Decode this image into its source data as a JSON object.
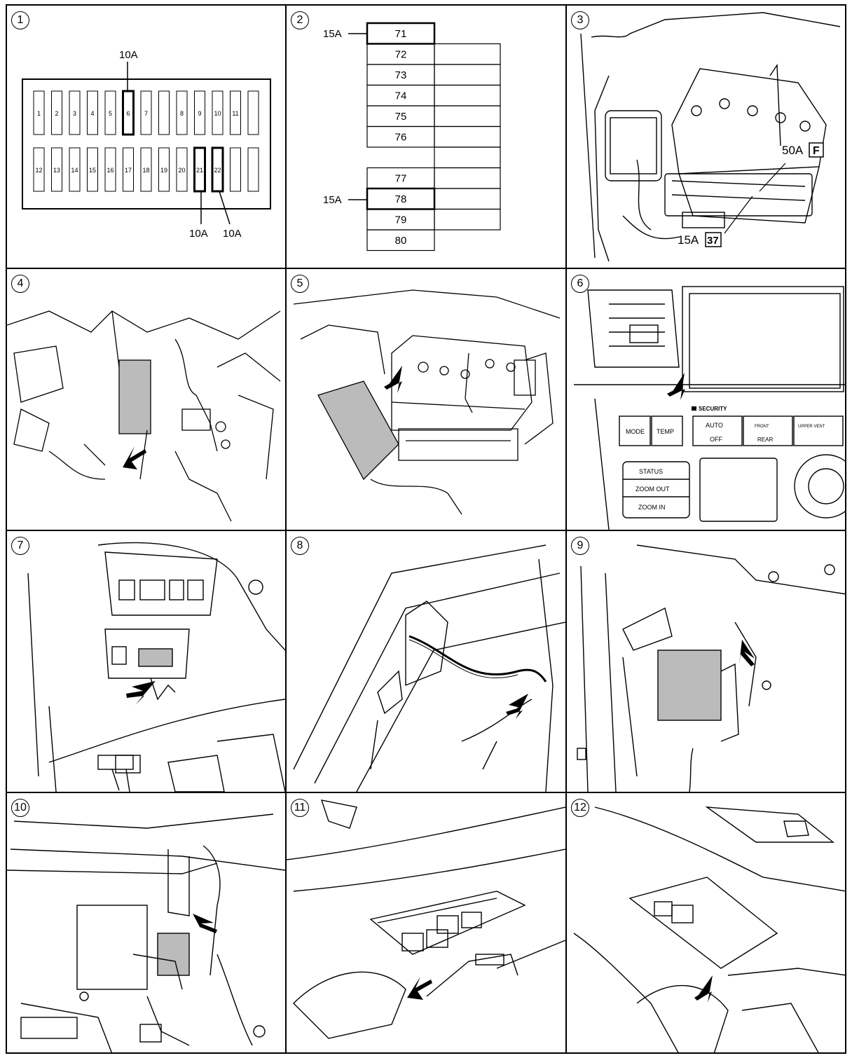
{
  "panels": [
    {
      "num": "1"
    },
    {
      "num": "2"
    },
    {
      "num": "3"
    },
    {
      "num": "4"
    },
    {
      "num": "5"
    },
    {
      "num": "6"
    },
    {
      "num": "7"
    },
    {
      "num": "8"
    },
    {
      "num": "9"
    },
    {
      "num": "10"
    },
    {
      "num": "11"
    },
    {
      "num": "12"
    }
  ],
  "panel1": {
    "top_fuse_label": "10A",
    "bottom_fuse_label_a": "10A",
    "bottom_fuse_label_b": "10A",
    "row1": [
      "1",
      "2",
      "3",
      "4",
      "5",
      "6",
      "7",
      "",
      "8",
      "9",
      "10",
      "11",
      ""
    ],
    "row2": [
      "12",
      "13",
      "14",
      "15",
      "16",
      "17",
      "18",
      "19",
      "20",
      "21",
      "22",
      "",
      ""
    ]
  },
  "panel2": {
    "label_top": "15A",
    "label_bottom": "15A",
    "fuses": [
      "71",
      "72",
      "73",
      "74",
      "75",
      "76",
      "",
      "77",
      "78",
      "79",
      "80"
    ]
  },
  "panel3": {
    "label_50a": "50A",
    "tag_f": "F",
    "label_15a": "15A",
    "tag_37": "37"
  },
  "panel6": {
    "security": "SECURITY",
    "mode": "MODE",
    "temp": "TEMP",
    "auto": "AUTO",
    "off": "OFF",
    "front": "FRONT",
    "rear": "REAR",
    "upper_vent": "UPPER VENT",
    "status": "STATUS",
    "zoom_out": "ZOOM OUT",
    "zoom_in": "ZOOM IN"
  }
}
